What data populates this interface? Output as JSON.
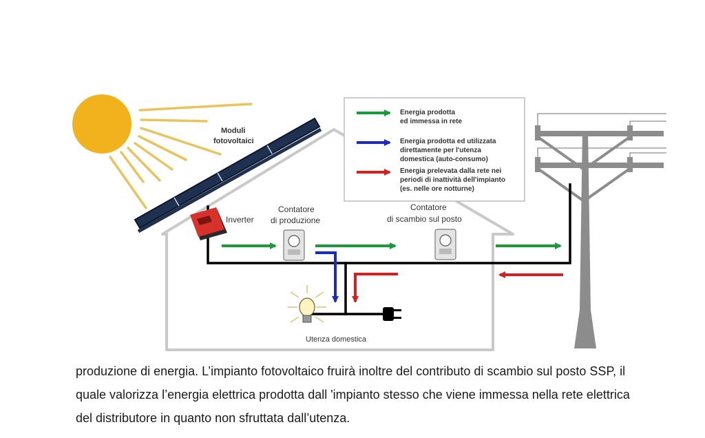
{
  "diagram": {
    "labels": {
      "modules": [
        "Moduli",
        "fotovoltaici"
      ],
      "inverter": "Inverter",
      "production_meter": [
        "Contatore",
        "di produzione"
      ],
      "exchange_meter": [
        "Contatore",
        "di scambio sul posto"
      ],
      "home": "Utenza domestica"
    },
    "legend": [
      {
        "color": "#1a9a3a",
        "lines": [
          "Energia prodotta",
          "ed immessa in rete"
        ]
      },
      {
        "color": "#1a2ac8",
        "lines": [
          "Energia prodotta ed utilizzata",
          "direttamente per l'utenza",
          "domestica (auto-consumo)"
        ]
      },
      {
        "color": "#d42020",
        "lines": [
          "Energia prelevata dalla rete nei",
          "periodi di inattività dell'impianto",
          "(es. nelle ore notturne)"
        ]
      }
    ],
    "colors": {
      "sun": "#f2b21e",
      "rays": "#e9c45c",
      "panel": "#1f3150",
      "inverter": "#d8312b",
      "house": "#c9c9c9",
      "pylon": "#8c8c8c",
      "wire": "#000000"
    }
  },
  "paragraph": {
    "lines": [
      "produzione di energia. L’impianto fotovoltaico fruirà inoltre del contributo di scambio sul posto SSP, il",
      "quale valorizza l’energia elettrica prodotta dall 'impianto stesso che viene immessa nella rete elettrica",
      "del distributore in quanto non sfruttata dall’utenza."
    ]
  }
}
